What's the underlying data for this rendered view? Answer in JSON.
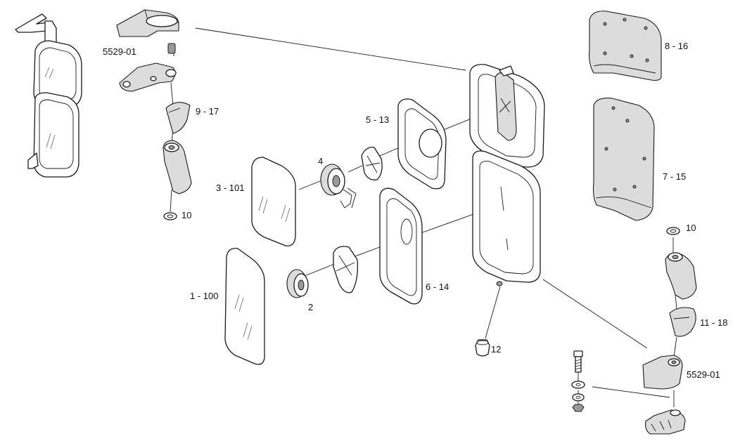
{
  "callouts": {
    "bracket_top": "5529-01",
    "cover_upper": "9 - 17",
    "nut_lower": "10",
    "mirror_upper": "3 - 101",
    "motor_upper": "4",
    "frame_upper": "5 - 13",
    "cap_upper": "8 - 16",
    "cap_lower": "7 - 15",
    "nut_right": "10",
    "mirror_lower": "1 - 100",
    "motor_lower": "2",
    "frame_lower": "6 - 14",
    "cover_right": "11 - 18",
    "plug": "12",
    "bracket_right": "5529-01"
  }
}
